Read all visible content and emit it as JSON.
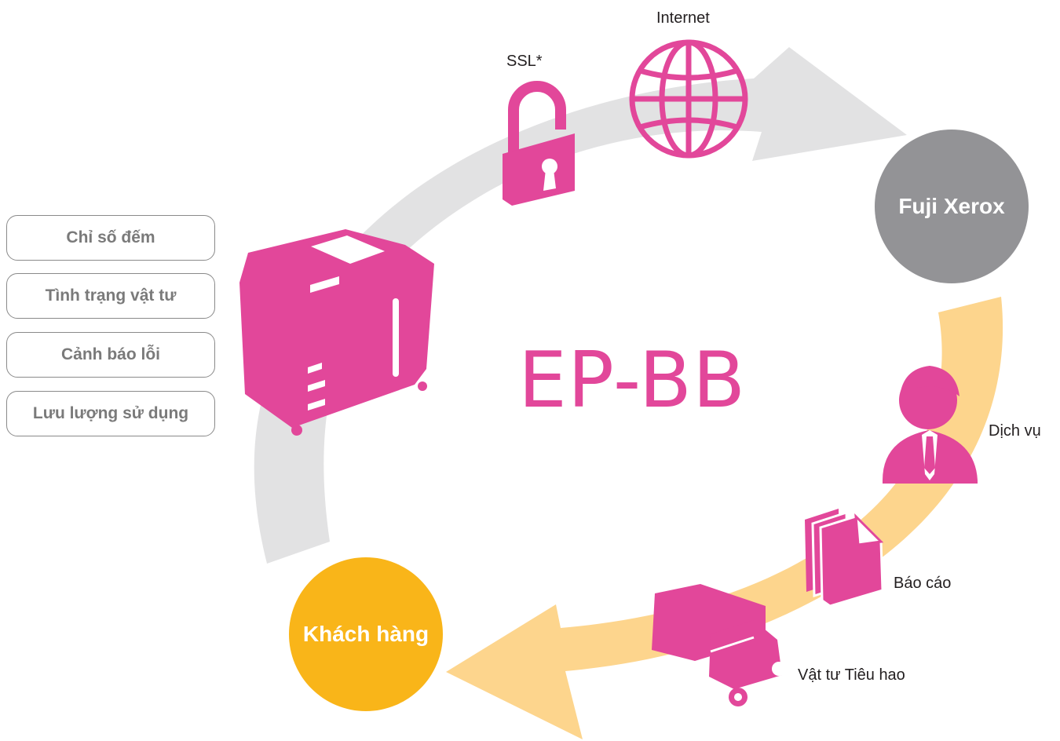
{
  "center_title": "EP-BB",
  "nodes": {
    "fuji": "Fuji Xerox",
    "customer": "Khách hàng"
  },
  "labels": {
    "internet": "Internet",
    "ssl": "SSL*",
    "service": "Dịch vụ",
    "report": "Báo cáo",
    "supplies": "Vật tư Tiêu hao"
  },
  "data_items": [
    "Chỉ số đếm",
    "Tình trạng vật tư",
    "Cảnh báo lỗi",
    "Lưu lượng sử dụng"
  ],
  "colors": {
    "accent_pink": "#e2479a",
    "fuji_gray": "#939396",
    "customer_yellow": "#f9b519",
    "arrow_gray": "#e2e2e3",
    "arrow_peach": "#fdd58d"
  },
  "icons": {
    "internet": "globe-icon",
    "ssl": "padlock-icon",
    "device": "printer-icon",
    "service": "person-icon",
    "report": "document-icon",
    "supplies": "truck-icon"
  }
}
